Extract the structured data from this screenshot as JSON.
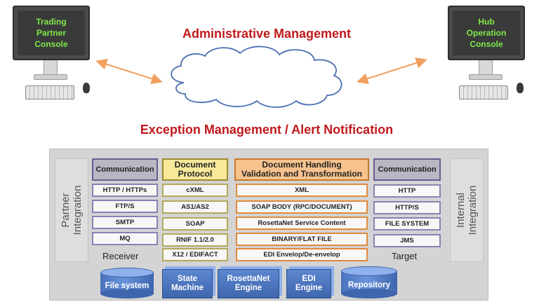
{
  "titles": {
    "admin": "Administrative Management",
    "exception": "Exception Management / Alert Notification"
  },
  "consoles": {
    "left": "Trading\nPartner\nConsole",
    "right": "Hub\nOperation\nConsole"
  },
  "sidebars": {
    "left": "Partner\nIntegration",
    "right": "Internal\nIntegration"
  },
  "columns": {
    "receiver": {
      "header": "Communication",
      "items": [
        "HTTP / HTTPs",
        "FTP/S",
        "SMTP",
        "MQ"
      ],
      "footer": "Receiver"
    },
    "protocol": {
      "header": "Document\nProtocol",
      "items": [
        "cXML",
        "AS1/AS2",
        "SOAP",
        "RNIF 1.1/2.0",
        "X12 / EDIFACT"
      ]
    },
    "handling": {
      "header": "Document Handling\nValidation and Transformation",
      "items": [
        "XML",
        "SOAP BODY (RPC/DOCUMENT)",
        "RosettaNet Service Content",
        "BINARY/FLAT FILE",
        "EDI Envelop/De-envelop"
      ]
    },
    "target": {
      "header": "Communication",
      "items": [
        "HTTP",
        "HTTP/S",
        "FILE SYSTEM",
        "JMS"
      ],
      "footer": "Target"
    }
  },
  "components": {
    "file_system": "File system",
    "state_machine": "State\nMachine",
    "rosettanet_engine": "RosettaNet\nEngine",
    "edi_engine": "EDI\nEngine",
    "repository": "Repository"
  },
  "colors": {
    "title_red": "#c0191d",
    "console_green": "#7ee84a",
    "cylinder_blue": "#4a72bd",
    "arrow_orange": "#f0a060"
  }
}
